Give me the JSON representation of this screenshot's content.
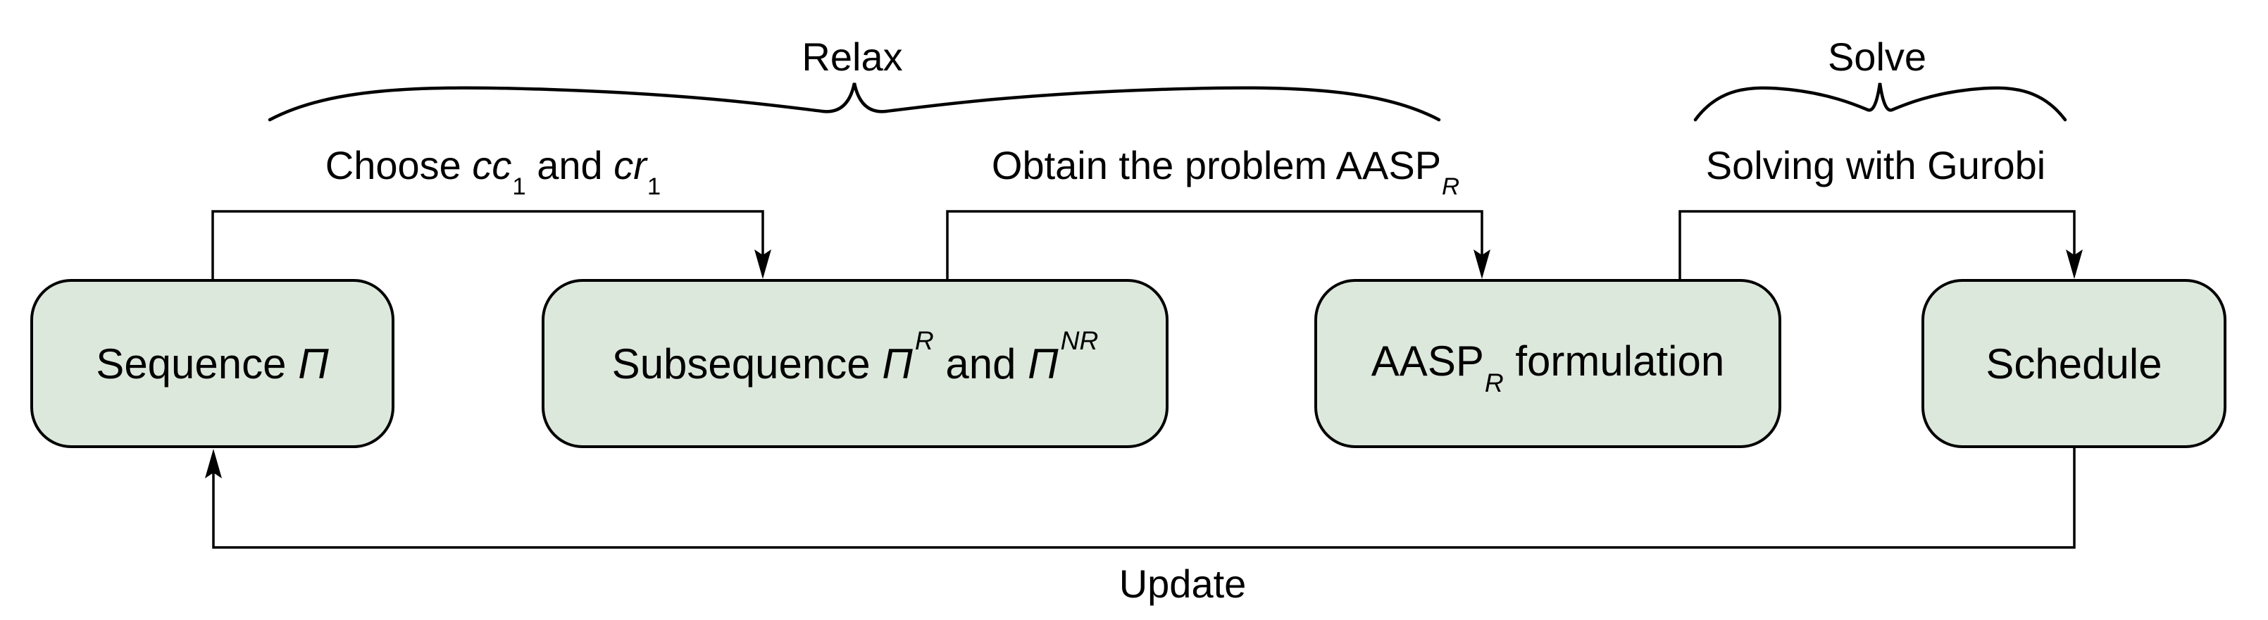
{
  "colors": {
    "background": "#ffffff",
    "box_fill": "#dde8dc",
    "box_border": "#000000",
    "line": "#000000"
  },
  "phases": {
    "relax": "Relax",
    "solve": "Solve"
  },
  "edges": {
    "choose": {
      "pre": "Choose ",
      "var1": "cc",
      "sub1": "1",
      "mid": " and ",
      "var2": "cr",
      "sub2": "1"
    },
    "obtain": {
      "pre": "Obtain the problem ",
      "name": "AASP",
      "sub": "R"
    },
    "solving": {
      "text": "Solving with Gurobi"
    },
    "update": {
      "text": "Update"
    }
  },
  "boxes": {
    "sequence": {
      "pre": "Sequence ",
      "pi": "Π"
    },
    "subsequence": {
      "pre": "Subsequence ",
      "pi1": "Π",
      "sup1": "R",
      "mid": " and ",
      "pi2": "Π",
      "sup2": "NR"
    },
    "aasp": {
      "name": "AASP",
      "sub": "R",
      "post": " formulation"
    },
    "schedule": {
      "text": "Schedule"
    }
  }
}
